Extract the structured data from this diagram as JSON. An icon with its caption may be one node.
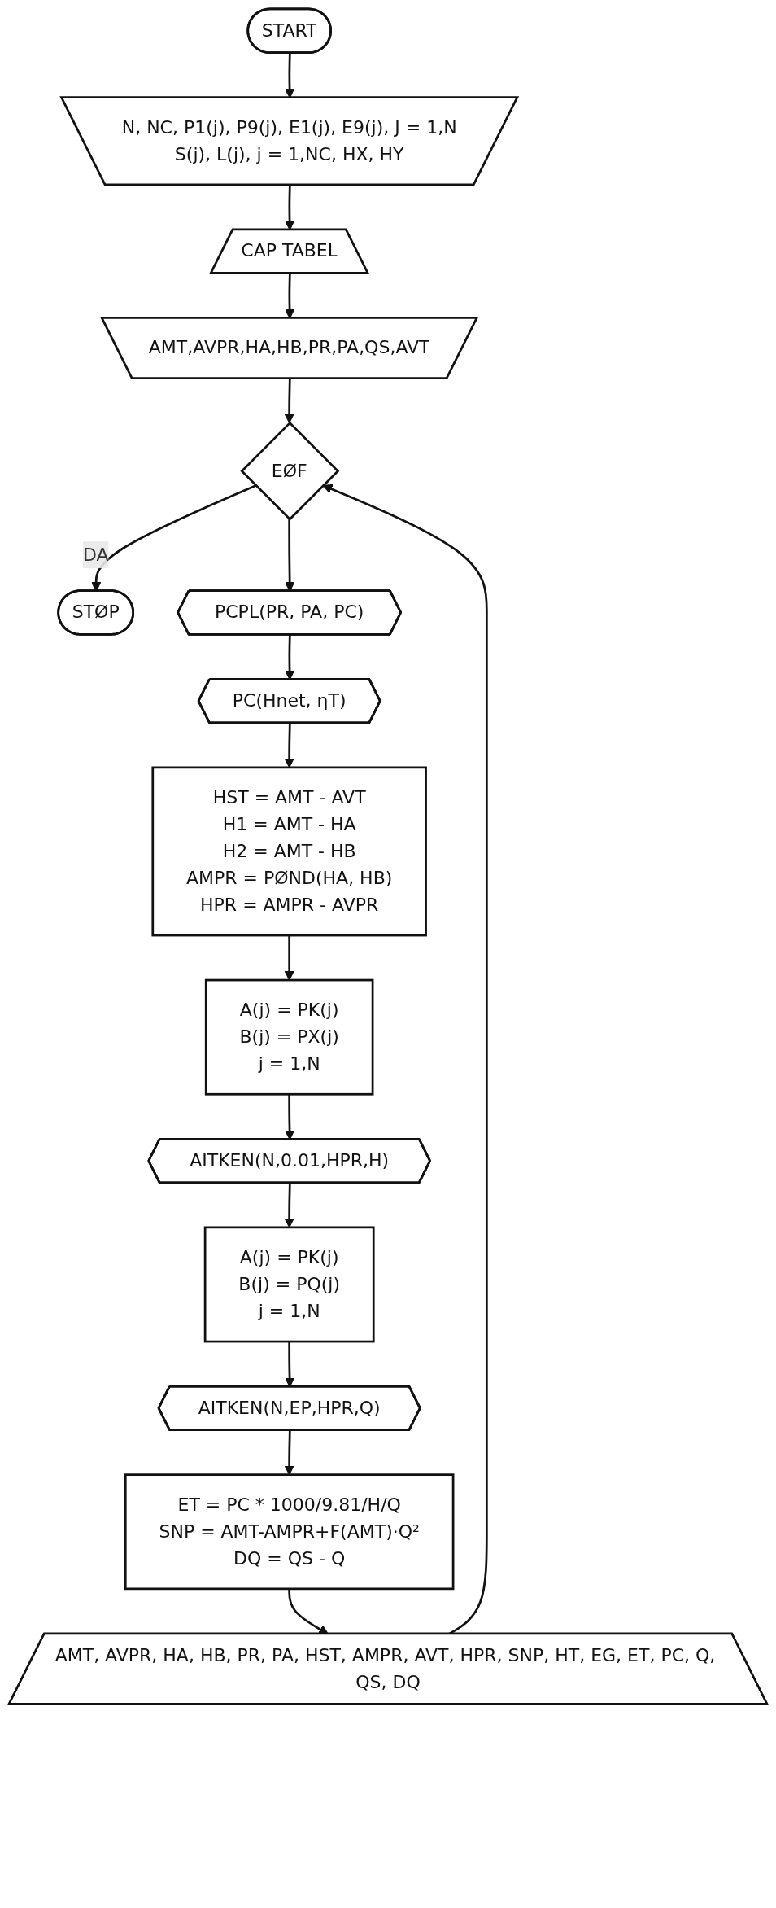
{
  "diagram": {
    "nodes": [
      {
        "text": [
          "START"
        ]
      },
      {
        "text": [
          "N, NC, P1(j), P9(j), E1(j), E9(j), J = 1,N",
          "S(j), L(j), j = 1,NC, HX, HY"
        ]
      },
      {
        "text": [
          "CAP TABEL"
        ]
      },
      {
        "text": [
          "AMT,AVPR,HA,HB,PR,PA,QS,AVT"
        ]
      },
      {
        "text": [
          "EØF"
        ]
      },
      {
        "text": [
          "STØP"
        ]
      },
      {
        "text": [
          "PCPL(PR, PA, PC)"
        ]
      },
      {
        "text": [
          "PC(Hnet, ηT)"
        ]
      },
      {
        "text": [
          "HST = AMT - AVT",
          "H1 = AMT - HA",
          "H2 = AMT - HB",
          "AMPR = PØND(HA, HB)",
          "HPR = AMPR - AVPR"
        ]
      },
      {
        "text": [
          "A(j) = PK(j)",
          "B(j) = PX(j)",
          "j = 1,N"
        ]
      },
      {
        "text": [
          "AITKEN(N,0.01,HPR,H)"
        ]
      },
      {
        "text": [
          "A(j) = PK(j)",
          "B(j) = PQ(j)",
          "j = 1,N"
        ]
      },
      {
        "text": [
          "AITKEN(N,EP,HPR,Q)"
        ]
      },
      {
        "text": [
          "ET = PC * 1000/9.81/H/Q",
          "SNP = AMT-AMPR+F(AMT)·Q²",
          "DQ = QS - Q"
        ]
      },
      {
        "text": [
          "AMT, AVPR, HA, HB, PR, PA, HST, AMPR, AVT, HPR, SNP, HT, EG, ET, PC, Q, QS, DQ"
        ]
      }
    ],
    "edges": [
      {
        "from": 0,
        "to": 1,
        "arrow": "to"
      },
      {
        "from": 1,
        "to": 2,
        "arrow": "to"
      },
      {
        "from": 2,
        "to": 3,
        "arrow": "to"
      },
      {
        "from": 3,
        "to": 4,
        "arrow": "to"
      },
      {
        "from": 4,
        "to": 5,
        "label": "DA",
        "arrow": "to"
      },
      {
        "from": 4,
        "to": 6,
        "arrow": "to"
      },
      {
        "from": 6,
        "to": 7,
        "arrow": "to"
      },
      {
        "from": 7,
        "to": 8,
        "arrow": "to"
      },
      {
        "from": 8,
        "to": 9,
        "arrow": "to"
      },
      {
        "from": 9,
        "to": 10,
        "arrow": "to"
      },
      {
        "from": 10,
        "to": 11,
        "arrow": "to"
      },
      {
        "from": 11,
        "to": 12,
        "arrow": "to"
      },
      {
        "from": 12,
        "to": 13,
        "arrow": "to"
      },
      {
        "from": 13,
        "to": 14,
        "arrow": "to"
      },
      {
        "from": 14,
        "to": 4,
        "arrow": "to"
      }
    ]
  }
}
